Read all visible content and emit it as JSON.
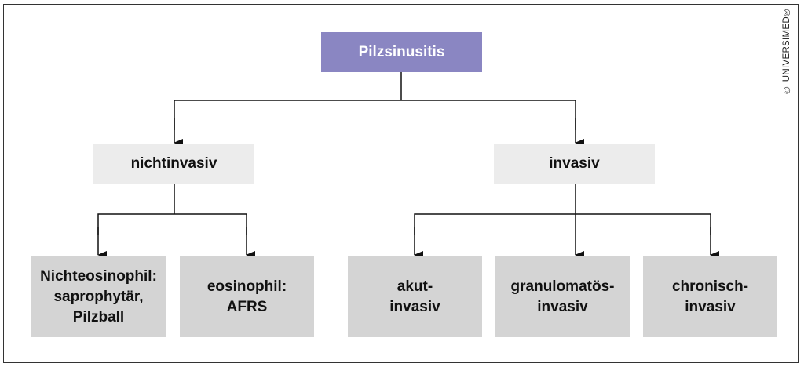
{
  "diagram": {
    "root": {
      "label": "Pilzsinusitis"
    },
    "categories": [
      {
        "label": "nichtinvasiv"
      },
      {
        "label": "invasiv"
      }
    ],
    "leaves": [
      {
        "label": "Nichteosinophil:\nsaprophytär,\nPilzball"
      },
      {
        "label": "eosinophil:\nAFRS"
      },
      {
        "label": "akut-\ninvasiv"
      },
      {
        "label": "granulomatös-\ninvasiv"
      },
      {
        "label": "chronisch-\ninvasiv"
      }
    ],
    "colors": {
      "root_fill": "#8a86c2",
      "category_fill": "#ececec",
      "leaf_fill": "#d4d4d4",
      "connector": "#111111"
    }
  },
  "copyright": "© UNIVERSIMED®"
}
